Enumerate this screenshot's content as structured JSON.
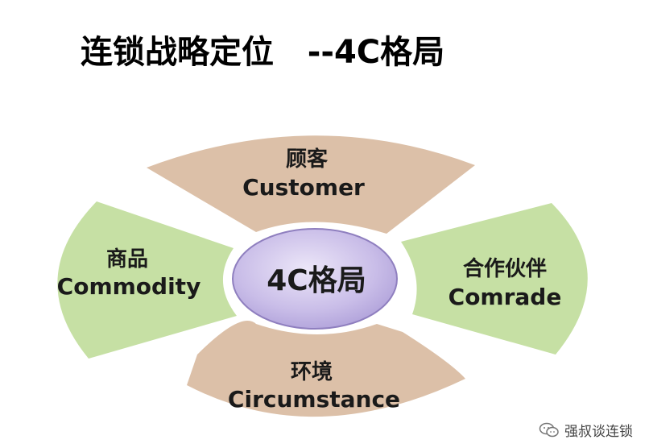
{
  "title": "连锁战略定位   --4C格局",
  "center": {
    "label": "4C格局",
    "color": "#c9bde8"
  },
  "segments": {
    "top": {
      "zh": "顾客",
      "en": "Customer",
      "color": "#dcc0a8"
    },
    "left": {
      "zh": "商品",
      "en": "Commodity",
      "color": "#c6e0a4"
    },
    "right": {
      "zh": "合作伙伴",
      "en": "Comrade",
      "color": "#c6e0a4"
    },
    "bottom": {
      "zh": "环境",
      "en": "Circumstance",
      "color": "#dcc0a8"
    }
  },
  "watermark": {
    "text": "强叔谈连锁",
    "icon": "wechat-icon"
  }
}
